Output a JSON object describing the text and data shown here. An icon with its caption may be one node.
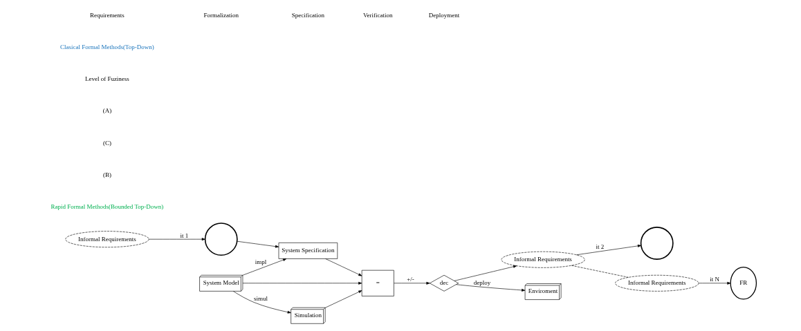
{
  "diagram": {
    "nodes": [
      {
        "text": [
          "Informal Requirements"
        ]
      },
      {
        "text": [],
        "shape": "blob"
      },
      {
        "text": [
          "System Specification"
        ]
      },
      {
        "text": [
          "Informal Requirements"
        ]
      },
      {
        "text": [],
        "shape": "blob"
      },
      {
        "text": [
          "Informal Requirements"
        ]
      },
      {
        "text": [
          "FR"
        ]
      },
      {
        "text": [
          "System Model"
        ]
      },
      {
        "text": [
          "="
        ]
      },
      {
        "text": [
          "dec"
        ]
      },
      {
        "text": [
          "Simulation"
        ]
      },
      {
        "text": [
          "Enviroment"
        ]
      }
    ],
    "edges": [
      {
        "from": 0,
        "to": 1,
        "arrow": "to",
        "label": "it 1"
      },
      {
        "from": 1,
        "to": 2,
        "arrow": "to"
      },
      {
        "from": 7,
        "to": 2,
        "arrow": "to",
        "label": "impl"
      },
      {
        "from": 2,
        "to": 8,
        "arrow": "to"
      },
      {
        "from": 9,
        "to": 3,
        "arrow": "to"
      },
      {
        "from": 3,
        "to": 4,
        "arrow": "to",
        "label": "it 2"
      },
      {
        "from": 3,
        "to": 5,
        "arrow": "none",
        "style": "dashed"
      },
      {
        "from": 5,
        "to": 6,
        "arrow": "to",
        "label": "it N"
      },
      {
        "from": 7,
        "to": 8,
        "arrow": "to"
      },
      {
        "from": 7,
        "to": 10,
        "arrow": "to",
        "label": "simul"
      },
      {
        "from": 10,
        "to": 8,
        "arrow": "to"
      },
      {
        "from": 8,
        "to": 9,
        "arrow": "to",
        "label": "+/-"
      },
      {
        "from": 9,
        "to": 11,
        "arrow": "to",
        "label": "deploy"
      }
    ],
    "labels": [
      "Rapid Formal Methods(Bounded Top-Down)",
      "(B)",
      "(C)",
      "(A)",
      "Level of Fuziness",
      "Clasical Formal Methods(Top-Down)",
      "Requirements",
      "Formalization",
      "Specification",
      "Verification",
      "Deployment"
    ]
  }
}
